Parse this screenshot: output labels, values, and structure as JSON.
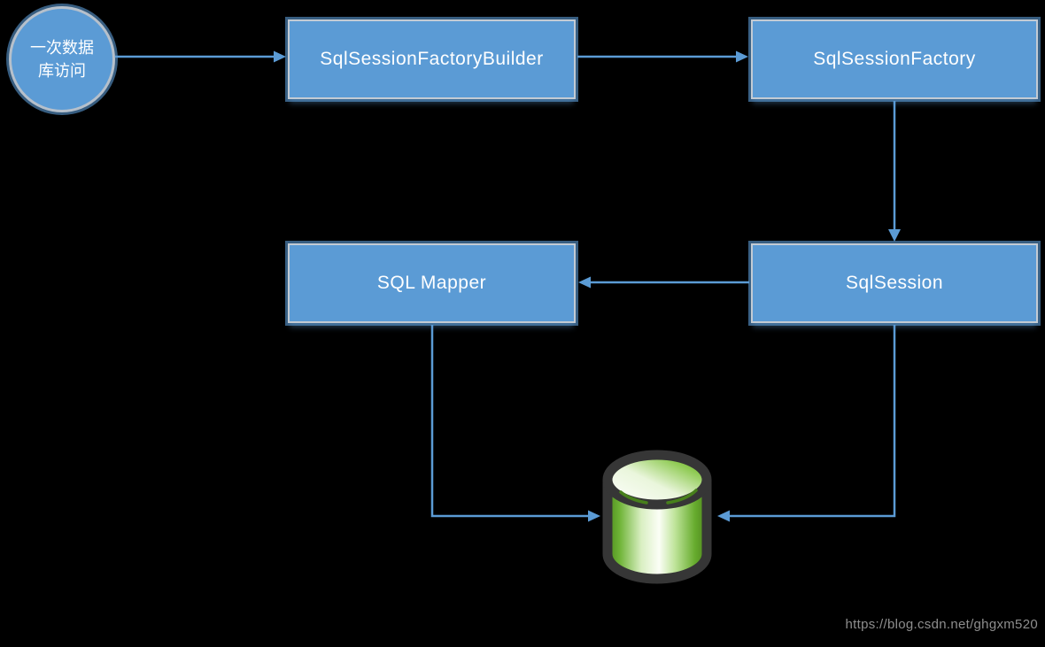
{
  "colors": {
    "background": "#000000",
    "node_fill": "#5B9BD5",
    "node_border": "#C3CBD4",
    "arrow": "#5B9BD5",
    "text": "#FFFFFF",
    "watermark": "#8E8E8E",
    "database_green": "#6FB431",
    "database_outline": "#363636"
  },
  "nodes": {
    "start": {
      "label": "一次数据\n库访问",
      "shape": "circle"
    },
    "builder": {
      "label": "SqlSessionFactoryBuilder",
      "shape": "box"
    },
    "factory": {
      "label": "SqlSessionFactory",
      "shape": "box"
    },
    "session": {
      "label": "SqlSession",
      "shape": "box"
    },
    "mapper": {
      "label": "SQL Mapper",
      "shape": "box"
    },
    "database": {
      "icon": "database-cylinder-icon",
      "shape": "cylinder"
    }
  },
  "edges": [
    {
      "from": "start",
      "to": "builder"
    },
    {
      "from": "builder",
      "to": "factory"
    },
    {
      "from": "factory",
      "to": "session"
    },
    {
      "from": "session",
      "to": "mapper"
    },
    {
      "from": "mapper",
      "to": "database"
    },
    {
      "from": "session",
      "to": "database"
    }
  ],
  "watermark": {
    "text": "https://blog.csdn.net/ghgxm520"
  }
}
